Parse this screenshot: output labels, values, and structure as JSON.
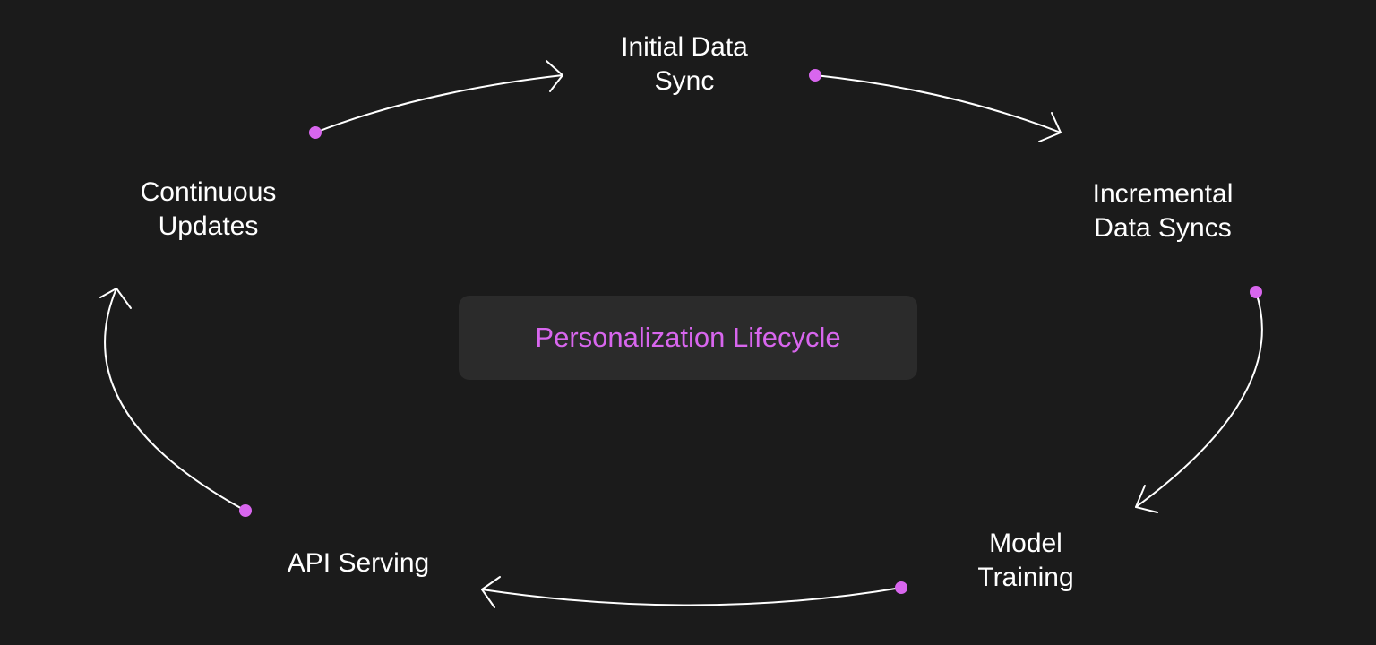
{
  "diagram": {
    "title": "Personalization Lifecycle",
    "stages": [
      {
        "id": "initial",
        "lines": [
          "Initial Data",
          "Sync"
        ]
      },
      {
        "id": "incremental",
        "lines": [
          "Incremental",
          "Data Syncs"
        ]
      },
      {
        "id": "model",
        "lines": [
          "Model",
          "Training"
        ]
      },
      {
        "id": "api",
        "lines": [
          "API Serving"
        ]
      },
      {
        "id": "continuous",
        "lines": [
          "Continuous",
          "Updates"
        ]
      }
    ],
    "flow": [
      "Initial Data Sync",
      "Incremental Data Syncs",
      "Model Training",
      "API Serving",
      "Continuous Updates",
      "Initial Data Sync"
    ]
  },
  "colors": {
    "background": "#1b1b1b",
    "panel": "#2b2b2b",
    "accent": "#d866ee",
    "text": "#ffffff",
    "arrow": "#ffffff"
  }
}
